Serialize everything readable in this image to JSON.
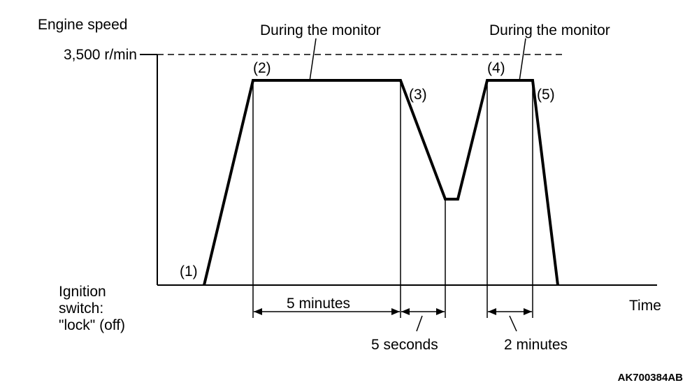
{
  "labels": {
    "y_axis_title": "Engine speed",
    "y_level": "3,500 r/min",
    "baseline_label": [
      "Ignition",
      "switch:",
      "\"lock\" (off)"
    ],
    "x_axis_title": "Time",
    "monitor_1": "During the monitor",
    "monitor_2": "During the monitor",
    "point_1": "(1)",
    "point_2": "(2)",
    "point_3": "(3)",
    "point_4": "(4)",
    "point_5": "(5)",
    "duration_1": "5 minutes",
    "duration_2": "5 seconds",
    "duration_3": "2 minutes",
    "figure_code": "AK700384AB"
  }
}
